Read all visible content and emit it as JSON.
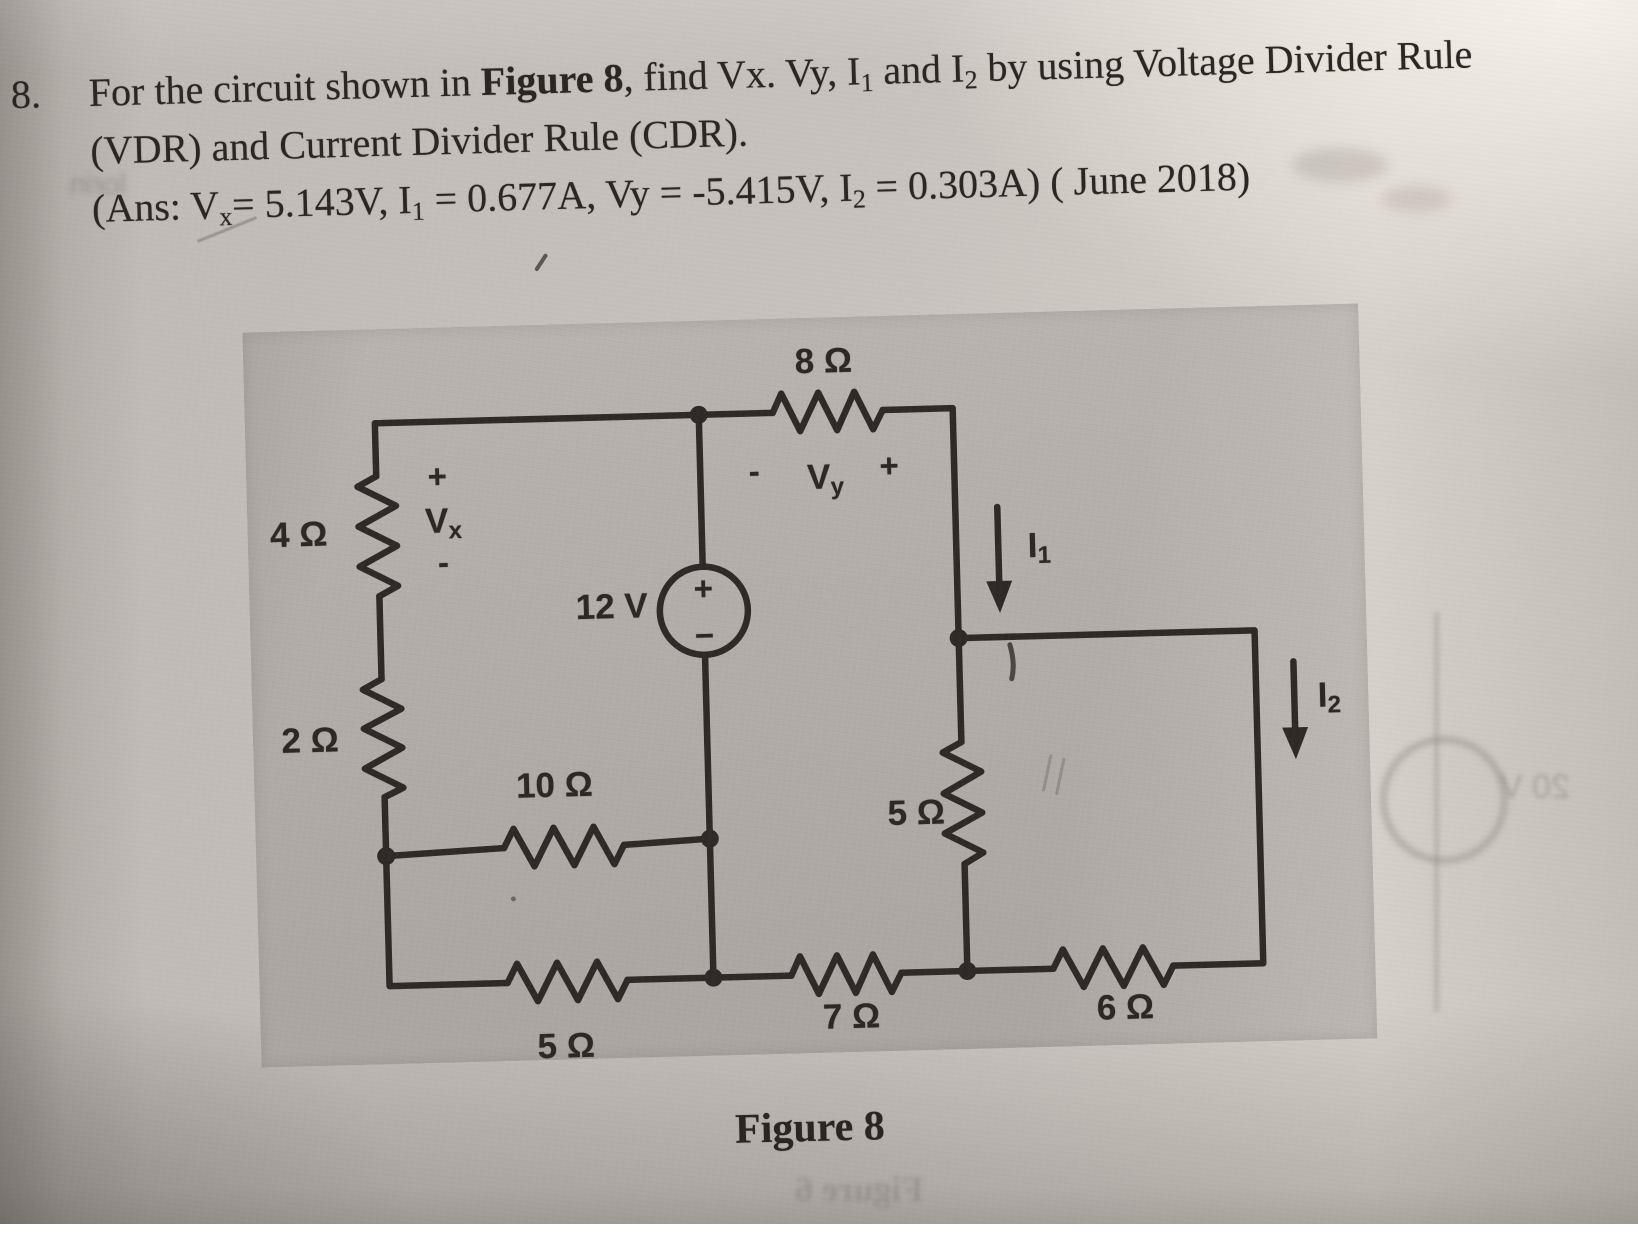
{
  "problem": {
    "number": "8.",
    "line1": {
      "pre": "For the circuit shown in ",
      "bold": "Figure 8",
      "mid": ", find Vx. Vy, I",
      "sub1": "1",
      "mid2": " and I",
      "sub2": "2",
      "post": " by using Voltage Divider Rule"
    },
    "line2": "(VDR) and Current Divider Rule (CDR).",
    "line3": {
      "a": "(Ans: V",
      "asub": "x",
      "b": "= 5.143V, I",
      "bsub": "1",
      "c": " = 0.677A, Vy = -5.415V, I",
      "csub": "2",
      "d": " = 0.303A) ( June 2018)"
    }
  },
  "figure": {
    "caption": "Figure 8",
    "source": {
      "label": "12 V",
      "plus": "+",
      "minus": "−"
    },
    "resistors": {
      "r8": "8 Ω",
      "r4": "4 Ω",
      "r2": "2 Ω",
      "r10": "10 Ω",
      "r5_vertical": "5 Ω",
      "r5_bottom": "5 Ω",
      "r7": "7 Ω",
      "r6": "6 Ω"
    },
    "vx": {
      "plus": "+",
      "name": "V",
      "sub": "x",
      "minus": "-"
    },
    "vy": {
      "minus": "-",
      "name": "V",
      "sub": "y",
      "plus": "+"
    },
    "i1": {
      "name": "I",
      "sub": "1"
    },
    "i2": {
      "name": "I",
      "sub": "2"
    }
  },
  "artifacts": {
    "bleed_caption": "Figure 6",
    "bleed_source": "20 V"
  }
}
